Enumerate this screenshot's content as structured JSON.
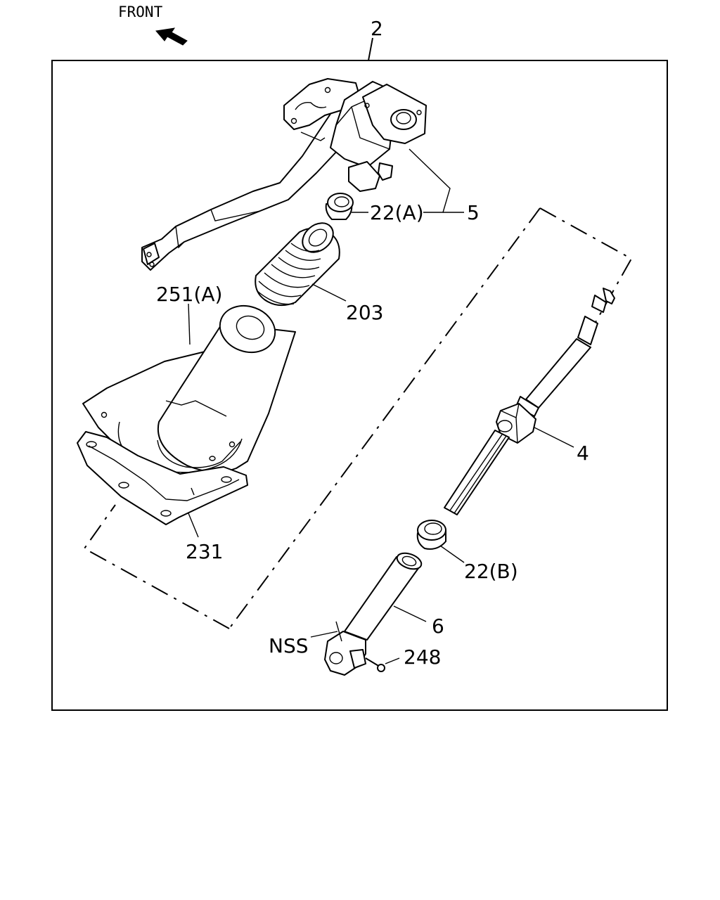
{
  "orientation": {
    "label": "FRONT",
    "arrow_icon": "arrow-up-left-icon"
  },
  "assembly": {
    "label": "2"
  },
  "callouts": {
    "bushing_a": "22(A)",
    "column_bracket": "5",
    "dust_boot_upper": "203",
    "boot_a": "251(A)",
    "shaft": "4",
    "lower_boot": "231",
    "bushing_b": "22(B)",
    "intermediate_shaft": "6",
    "nss": "NSS",
    "bolt": "248"
  }
}
